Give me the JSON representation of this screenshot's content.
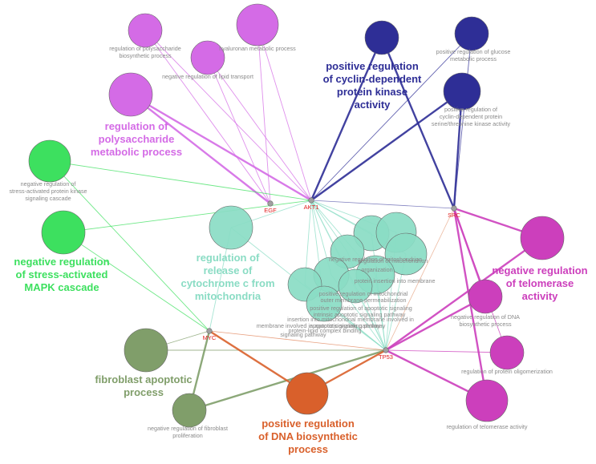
{
  "colors": {
    "violet": "#d46be6",
    "navy": "#2e2e96",
    "green": "#3de05f",
    "teal": "#8adcc4",
    "olive": "#809e6a",
    "orange": "#d9602b",
    "magenta": "#cc3fbc",
    "gene": "#e02020"
  },
  "genes": [
    {
      "id": "EGF",
      "label": "EGF"
    },
    {
      "id": "AKT1",
      "label": "AKT1"
    },
    {
      "id": "SRC",
      "label": "SRC"
    },
    {
      "id": "MYC",
      "label": "MYC"
    },
    {
      "id": "TP53",
      "label": "TP53"
    }
  ],
  "groups": [
    {
      "id": "polysaccharide",
      "color": "violet",
      "title_lines": [
        "regulation of",
        "polysaccharide",
        "metabolic process"
      ]
    },
    {
      "id": "cyclin",
      "color": "navy",
      "title_lines": [
        "positive regulation",
        "of cyclin-dependent",
        "protein kinase",
        "activity"
      ]
    },
    {
      "id": "mapk",
      "color": "green",
      "title_lines": [
        "negative regulation",
        "of stress-activated",
        "MAPK cascade"
      ]
    },
    {
      "id": "cytochrome",
      "color": "teal",
      "title_lines": [
        "regulation of",
        "release of",
        "cytochrome c from",
        "mitochondria"
      ]
    },
    {
      "id": "telomerase",
      "color": "magenta",
      "title_lines": [
        "negative regulation",
        "of telomerase",
        "activity"
      ]
    },
    {
      "id": "fibroblast",
      "color": "olive",
      "title_lines": [
        "fibroblast apoptotic",
        "process"
      ]
    },
    {
      "id": "dna",
      "color": "orange",
      "title_lines": [
        "positive regulation",
        "of DNA biosynthetic",
        "process"
      ]
    }
  ],
  "terms": [
    {
      "id": "t1",
      "color": "violet",
      "genes": [
        "EGF",
        "AKT1"
      ],
      "label_lines": [
        "regulation of polysaccharide",
        "biosynthetic process"
      ]
    },
    {
      "id": "t2",
      "color": "violet",
      "genes": [
        "EGF",
        "AKT1"
      ],
      "label_lines": [
        "hyaluronan metabolic process"
      ]
    },
    {
      "id": "t3",
      "color": "violet",
      "genes": [
        "EGF",
        "AKT1"
      ],
      "label_lines": [
        "negative regulation of lipid transport"
      ]
    },
    {
      "id": "t4",
      "color": "violet",
      "genes": [
        "EGF",
        "AKT1"
      ],
      "label_lines": []
    },
    {
      "id": "t5",
      "color": "navy",
      "genes": [
        "AKT1",
        "SRC"
      ],
      "label_lines": []
    },
    {
      "id": "t6",
      "color": "navy",
      "genes": [
        "AKT1",
        "SRC"
      ],
      "label_lines": [
        "positive regulation of glucose",
        "metabolic process"
      ]
    },
    {
      "id": "t7",
      "color": "navy",
      "genes": [
        "AKT1",
        "SRC"
      ],
      "label_lines": [
        "positive regulation of",
        "cyclin-dependent protein",
        "serine/threonine kinase activity"
      ]
    },
    {
      "id": "t8",
      "color": "green",
      "genes": [
        "AKT1",
        "MYC"
      ],
      "label_lines": [
        "negative regulation of",
        "stress-activated protein kinase",
        "signaling cascade"
      ]
    },
    {
      "id": "t9",
      "color": "green",
      "genes": [
        "AKT1",
        "MYC"
      ],
      "label_lines": []
    },
    {
      "id": "t10",
      "color": "teal",
      "genes": [
        "AKT1",
        "TP53",
        "MYC"
      ],
      "label_lines": []
    },
    {
      "id": "t11",
      "color": "teal",
      "genes": [
        "AKT1",
        "TP53"
      ],
      "label_lines": []
    },
    {
      "id": "t12",
      "color": "teal",
      "genes": [
        "AKT1",
        "TP53"
      ],
      "label_lines": []
    },
    {
      "id": "t13",
      "color": "teal",
      "genes": [
        "AKT1",
        "TP53"
      ],
      "label_lines": []
    },
    {
      "id": "t14",
      "color": "teal",
      "genes": [
        "AKT1",
        "TP53"
      ],
      "label_lines": []
    },
    {
      "id": "t15",
      "color": "teal",
      "genes": [
        "AKT1",
        "TP53"
      ],
      "label_lines": []
    },
    {
      "id": "t16",
      "color": "teal",
      "genes": [
        "AKT1",
        "TP53"
      ],
      "label_lines": []
    },
    {
      "id": "t17",
      "color": "teal",
      "genes": [
        "AKT1",
        "TP53"
      ],
      "label_lines": []
    },
    {
      "id": "t18",
      "color": "teal",
      "genes": [
        "AKT1",
        "TP53"
      ],
      "label_lines": []
    },
    {
      "id": "t19",
      "color": "teal",
      "genes": [
        "AKT1",
        "TP53"
      ],
      "label_lines": []
    },
    {
      "id": "t20",
      "color": "magenta",
      "genes": [
        "SRC",
        "TP53"
      ],
      "label_lines": []
    },
    {
      "id": "t21",
      "color": "magenta",
      "genes": [
        "SRC",
        "TP53"
      ],
      "label_lines": [
        "negative regulation of DNA",
        "biosynthetic process"
      ]
    },
    {
      "id": "t22",
      "color": "magenta",
      "genes": [
        "SRC",
        "TP53"
      ],
      "label_lines": [
        "regulation of protein oligomerization"
      ]
    },
    {
      "id": "t23",
      "color": "magenta",
      "genes": [
        "SRC",
        "TP53"
      ],
      "label_lines": [
        "regulation of telomerase activity"
      ]
    },
    {
      "id": "t24",
      "color": "olive",
      "genes": [
        "MYC",
        "TP53"
      ],
      "label_lines": []
    },
    {
      "id": "t25",
      "color": "olive",
      "genes": [
        "MYC",
        "TP53"
      ],
      "label_lines": [
        "negative regulation of fibroblast",
        "proliferation"
      ]
    },
    {
      "id": "t26",
      "color": "orange",
      "genes": [
        "MYC",
        "TP53"
      ],
      "label_lines": []
    }
  ],
  "cluster_labels": [
    {
      "id": "c1",
      "text": "regulation of mitochondrion"
    },
    {
      "id": "c2",
      "text": "negative regulation of mitochondrion"
    },
    {
      "id": "c3",
      "text": "organization"
    },
    {
      "id": "c4",
      "text": "protein insertion into membrane"
    },
    {
      "id": "c5",
      "text": "positive regulation of mitochondrial"
    },
    {
      "id": "c6",
      "text": "outer membrane permeabilization"
    },
    {
      "id": "c7",
      "text": "positive regulation of apoptotic signaling"
    },
    {
      "id": "c8",
      "text": "intrinsic apoptotic signaling pathway"
    },
    {
      "id": "c9",
      "text": "insertion into mitochondrial membrane involved in"
    },
    {
      "id": "c10",
      "text": "apoptotic signaling pathway"
    },
    {
      "id": "c11",
      "text": "membrane involved in apoptotic signaling pathway"
    },
    {
      "id": "c12",
      "text": "protein-lipid complex binding"
    },
    {
      "id": "c13",
      "text": "signaling pathway"
    }
  ]
}
